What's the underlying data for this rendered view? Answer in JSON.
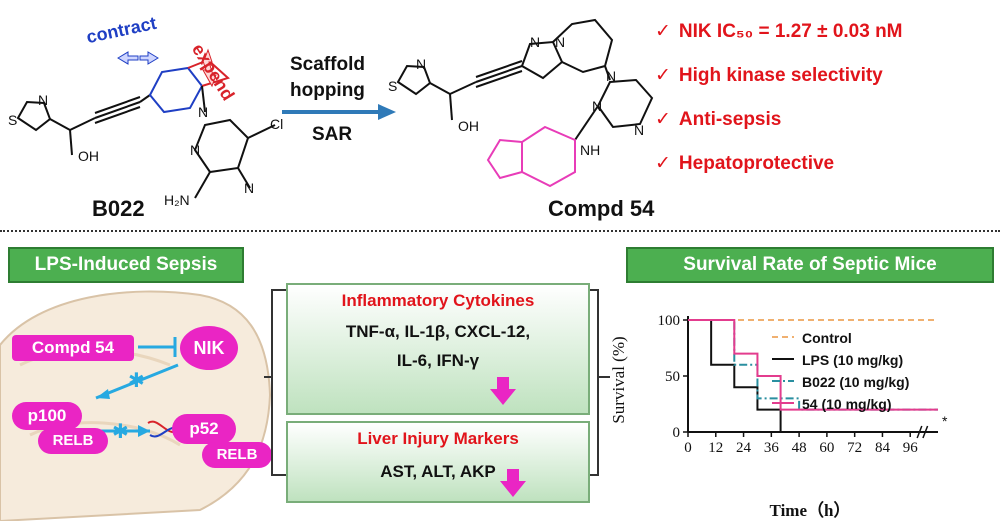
{
  "top": {
    "contract_label": "contract",
    "expend_label": "expend",
    "arrow_text_1": "Scaffold",
    "arrow_text_2": "hopping",
    "arrow_text_3": "SAR",
    "b022_label": "B022",
    "compd54_label": "Compd 54",
    "atoms": {
      "S": "S",
      "N": "N",
      "OH": "OH",
      "Cl": "Cl",
      "H2N": "H₂N",
      "NH": "NH"
    }
  },
  "highlights": [
    "NIK IC₅₀ = 1.27 ± 0.03 nM",
    "High kinase selectivity",
    "Anti-sepsis",
    "Hepatoprotective"
  ],
  "check_mark": "✓",
  "bottom": {
    "sepsis_title": "LPS-Induced Sepsis",
    "compd_pill": "Compd 54",
    "nik_label": "NIK",
    "p100_label": "p100",
    "p52_label": "p52",
    "relb_label": "RELB",
    "inflam_title": "Inflammatory Cytokines",
    "inflam_line1": "TNF-α, IL-1β, CXCL-12,",
    "inflam_line2": "IL-6, IFN-γ",
    "liver_title": "Liver Injury Markers",
    "liver_line1": "AST, ALT, AKP",
    "survival_title": "Survival Rate of Septic Mice",
    "down_arrow_color": "#ea25c4"
  },
  "chart_data": {
    "type": "line",
    "xlabel": "Time（h）",
    "ylabel": "Survival (%)",
    "xlim": [
      0,
      108
    ],
    "ylim": [
      0,
      100
    ],
    "x_ticks": [
      "0",
      "12",
      "24",
      "36",
      "48",
      "60",
      "72",
      "84",
      "96"
    ],
    "y_ticks": [
      "0",
      "50",
      "100"
    ],
    "significance": "*",
    "series": [
      {
        "name": "Control",
        "color": "#f0b070",
        "dash": "dashed",
        "steps": [
          [
            0,
            100
          ],
          [
            108,
            100
          ]
        ]
      },
      {
        "name": "LPS (10 mg/kg)",
        "color": "#111111",
        "dash": "solid",
        "steps": [
          [
            0,
            100
          ],
          [
            10,
            100
          ],
          [
            10,
            60
          ],
          [
            20,
            60
          ],
          [
            20,
            40
          ],
          [
            30,
            40
          ],
          [
            30,
            20
          ],
          [
            40,
            20
          ],
          [
            40,
            0
          ],
          [
            48,
            0
          ]
        ]
      },
      {
        "name": "B022 (10 mg/kg)",
        "color": "#2a8fa0",
        "dash": "dashdot",
        "steps": [
          [
            0,
            100
          ],
          [
            20,
            100
          ],
          [
            20,
            60
          ],
          [
            30,
            60
          ],
          [
            30,
            30
          ],
          [
            48,
            30
          ],
          [
            48,
            20
          ],
          [
            108,
            20
          ]
        ]
      },
      {
        "name": "54 (10 mg/kg)",
        "color": "#e33c8e",
        "dash": "solid",
        "steps": [
          [
            0,
            100
          ],
          [
            20,
            100
          ],
          [
            20,
            70
          ],
          [
            30,
            70
          ],
          [
            30,
            50
          ],
          [
            40,
            50
          ],
          [
            40,
            20
          ],
          [
            108,
            20
          ]
        ]
      }
    ]
  }
}
